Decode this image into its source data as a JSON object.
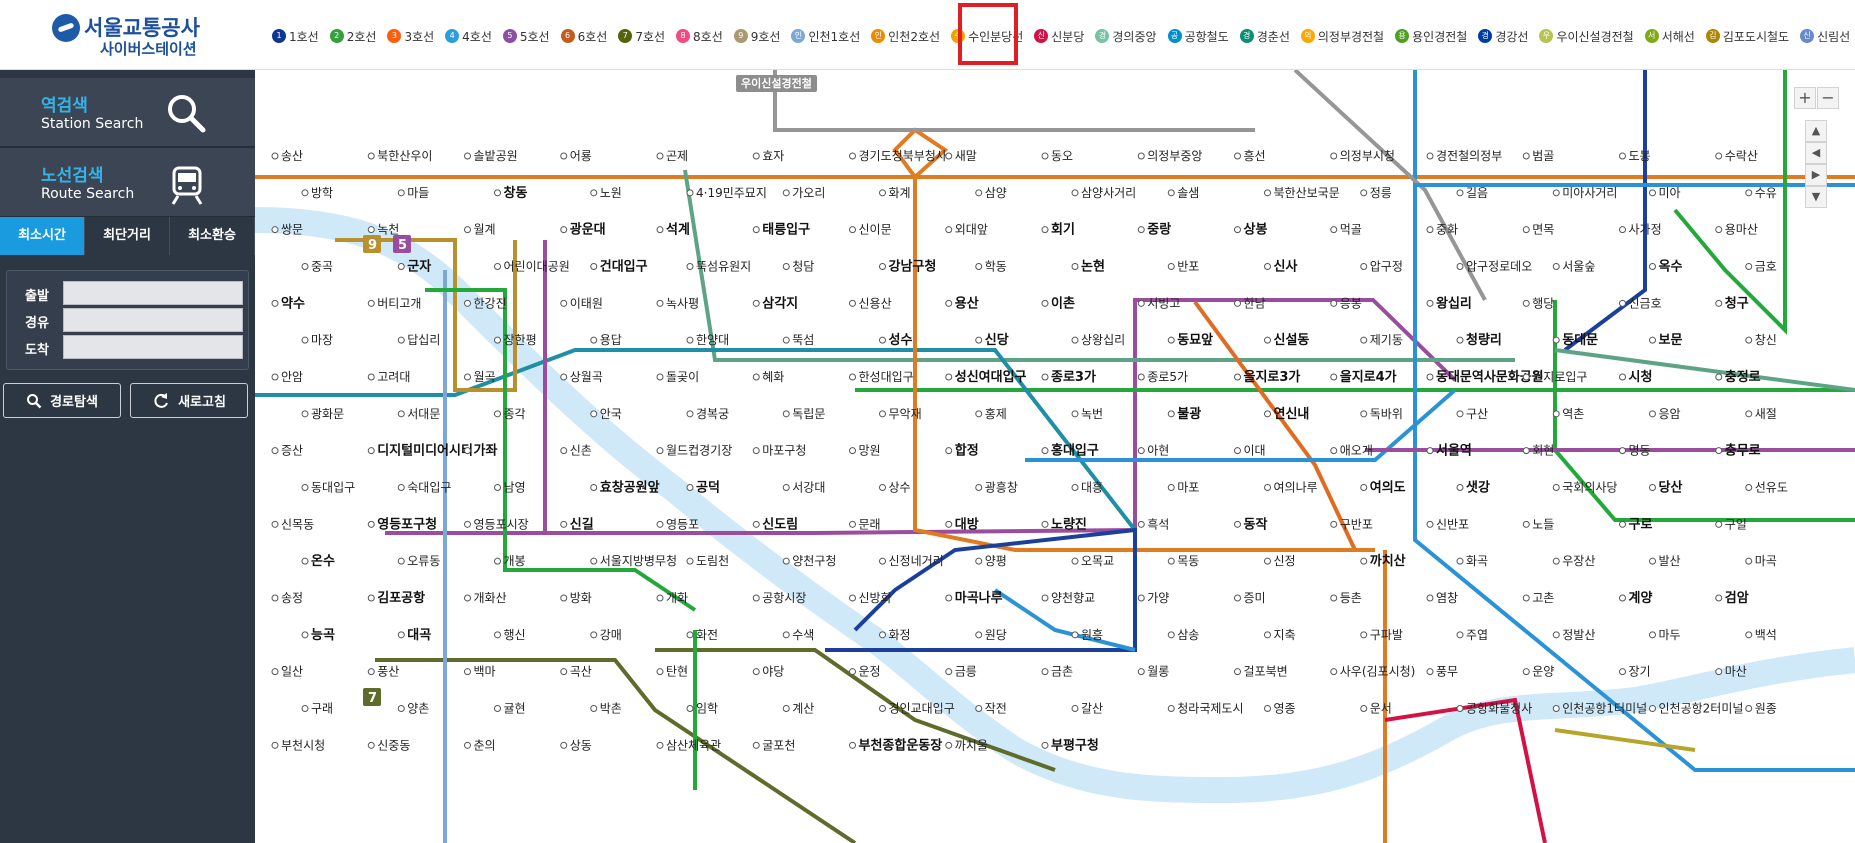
{
  "header": {
    "logo_name": "서울교통공사",
    "logo_sub": "사이버스테이션",
    "highlight_color": "#e01e26",
    "line_tabs": [
      {
        "badge": "1",
        "label": "1호선",
        "color": "#0d3692"
      },
      {
        "badge": "2",
        "label": "2호선",
        "color": "#33a23d"
      },
      {
        "badge": "3",
        "label": "3호선",
        "color": "#fe5d10"
      },
      {
        "badge": "4",
        "label": "4호선",
        "color": "#2c9ede"
      },
      {
        "badge": "5",
        "label": "5호선",
        "color": "#8b50a4"
      },
      {
        "badge": "6",
        "label": "6호선",
        "color": "#c55c1d"
      },
      {
        "badge": "7",
        "label": "7호선",
        "color": "#54640d"
      },
      {
        "badge": "8",
        "label": "8호선",
        "color": "#f14c82"
      },
      {
        "badge": "9",
        "label": "9호선",
        "color": "#aa9872"
      },
      {
        "badge": "인",
        "label": "인천1호선",
        "color": "#7ca8d5"
      },
      {
        "badge": "인",
        "label": "인천2호선",
        "color": "#ed8b00"
      },
      {
        "badge": "수",
        "label": "수인분당선",
        "color": "#f5a200"
      },
      {
        "badge": "신",
        "label": "신분당",
        "color": "#d31145"
      },
      {
        "badge": "경",
        "label": "경의중앙",
        "color": "#77c4a3"
      },
      {
        "badge": "공",
        "label": "공항철도",
        "color": "#0090d2"
      },
      {
        "badge": "경",
        "label": "경춘선",
        "color": "#0c8e72"
      },
      {
        "badge": "의",
        "label": "의정부경전철",
        "color": "#fda600"
      },
      {
        "badge": "용",
        "label": "용인경전철",
        "color": "#509f22"
      },
      {
        "badge": "경",
        "label": "경강선",
        "color": "#003da5"
      },
      {
        "badge": "우",
        "label": "우이신설경전철",
        "color": "#b7c452"
      },
      {
        "badge": "서",
        "label": "서해선",
        "color": "#81a914"
      },
      {
        "badge": "김",
        "label": "김포도시철도",
        "color": "#ad8605"
      },
      {
        "badge": "신",
        "label": "신림선",
        "color": "#6789ca"
      }
    ]
  },
  "sidebar": {
    "station_search_ko": "역검색",
    "station_search_en": "Station Search",
    "route_search_ko": "노선검색",
    "route_search_en": "Route Search",
    "sort_tabs": [
      "최소시간",
      "최단거리",
      "최소환승"
    ],
    "form": {
      "depart": "출발",
      "via": "경유",
      "arrive": "도착"
    },
    "find_route": "경로탐색",
    "refresh": "새로고침",
    "accent": "#1a9be0"
  },
  "map": {
    "tag": "우이신설경전철",
    "zoom_in": "+",
    "zoom_out": "−",
    "stations": [
      {
        "name": "송산",
        "bold": false
      },
      {
        "name": "북한산우이",
        "bold": false
      },
      {
        "name": "솔밭공원",
        "bold": false
      },
      {
        "name": "어룡",
        "bold": false
      },
      {
        "name": "곤제",
        "bold": false
      },
      {
        "name": "효자",
        "bold": false
      },
      {
        "name": "경기도청북부청사",
        "bold": false
      },
      {
        "name": "새말",
        "bold": false
      },
      {
        "name": "동오",
        "bold": false
      },
      {
        "name": "의정부중앙",
        "bold": false
      },
      {
        "name": "흥선",
        "bold": false
      },
      {
        "name": "의정부시청",
        "bold": false
      },
      {
        "name": "경전철의정부",
        "bold": false
      },
      {
        "name": "범골",
        "bold": false
      },
      {
        "name": "도봉",
        "bold": false
      },
      {
        "name": "수락산",
        "bold": false
      },
      {
        "name": "방학",
        "bold": false
      },
      {
        "name": "마들",
        "bold": false
      },
      {
        "name": "창동",
        "bold": true
      },
      {
        "name": "노원",
        "bold": false
      },
      {
        "name": "4·19민주묘지",
        "bold": false
      },
      {
        "name": "가오리",
        "bold": false
      },
      {
        "name": "화계",
        "bold": false
      },
      {
        "name": "삼양",
        "bold": false
      },
      {
        "name": "삼양사거리",
        "bold": false
      },
      {
        "name": "솔샘",
        "bold": false
      },
      {
        "name": "북한산보국문",
        "bold": false
      },
      {
        "name": "정릉",
        "bold": false
      },
      {
        "name": "길음",
        "bold": false
      },
      {
        "name": "미아사거리",
        "bold": false
      },
      {
        "name": "미아",
        "bold": false
      },
      {
        "name": "수유",
        "bold": false
      },
      {
        "name": "쌍문",
        "bold": false
      },
      {
        "name": "녹천",
        "bold": false
      },
      {
        "name": "월계",
        "bold": false
      },
      {
        "name": "광운대",
        "bold": true
      },
      {
        "name": "석계",
        "bold": true
      },
      {
        "name": "태릉입구",
        "bold": true
      },
      {
        "name": "신이문",
        "bold": false
      },
      {
        "name": "외대앞",
        "bold": false
      },
      {
        "name": "회기",
        "bold": true
      },
      {
        "name": "중랑",
        "bold": true
      },
      {
        "name": "상봉",
        "bold": true
      },
      {
        "name": "먹골",
        "bold": false
      },
      {
        "name": "중화",
        "bold": false
      },
      {
        "name": "면목",
        "bold": false
      },
      {
        "name": "사가정",
        "bold": false
      },
      {
        "name": "용마산",
        "bold": false
      },
      {
        "name": "중곡",
        "bold": false
      },
      {
        "name": "군자",
        "bold": true
      },
      {
        "name": "어린이대공원",
        "bold": false
      },
      {
        "name": "건대입구",
        "bold": true
      },
      {
        "name": "뚝섬유원지",
        "bold": false
      },
      {
        "name": "청담",
        "bold": false
      },
      {
        "name": "강남구청",
        "bold": true
      },
      {
        "name": "학동",
        "bold": false
      },
      {
        "name": "논현",
        "bold": true
      },
      {
        "name": "반포",
        "bold": false
      },
      {
        "name": "신사",
        "bold": true
      },
      {
        "name": "압구정",
        "bold": false
      },
      {
        "name": "압구정로데오",
        "bold": false
      },
      {
        "name": "서울숲",
        "bold": false
      },
      {
        "name": "옥수",
        "bold": true
      },
      {
        "name": "금호",
        "bold": false
      },
      {
        "name": "약수",
        "bold": true
      },
      {
        "name": "버티고개",
        "bold": false
      },
      {
        "name": "한강진",
        "bold": false
      },
      {
        "name": "이태원",
        "bold": false
      },
      {
        "name": "녹사평",
        "bold": false
      },
      {
        "name": "삼각지",
        "bold": true
      },
      {
        "name": "신용산",
        "bold": false
      },
      {
        "name": "용산",
        "bold": true
      },
      {
        "name": "이촌",
        "bold": true
      },
      {
        "name": "서빙고",
        "bold": false
      },
      {
        "name": "한남",
        "bold": false
      },
      {
        "name": "응봉",
        "bold": false
      },
      {
        "name": "왕십리",
        "bold": true
      },
      {
        "name": "행당",
        "bold": false
      },
      {
        "name": "신금호",
        "bold": false
      },
      {
        "name": "청구",
        "bold": true
      },
      {
        "name": "마장",
        "bold": false
      },
      {
        "name": "답십리",
        "bold": false
      },
      {
        "name": "장한평",
        "bold": false
      },
      {
        "name": "용답",
        "bold": false
      },
      {
        "name": "한양대",
        "bold": false
      },
      {
        "name": "뚝섬",
        "bold": false
      },
      {
        "name": "성수",
        "bold": true
      },
      {
        "name": "신당",
        "bold": true
      },
      {
        "name": "상왕십리",
        "bold": false
      },
      {
        "name": "동묘앞",
        "bold": true
      },
      {
        "name": "신설동",
        "bold": true
      },
      {
        "name": "제기동",
        "bold": false
      },
      {
        "name": "청량리",
        "bold": true
      },
      {
        "name": "동대문",
        "bold": true
      },
      {
        "name": "보문",
        "bold": true
      },
      {
        "name": "창신",
        "bold": false
      },
      {
        "name": "안암",
        "bold": false
      },
      {
        "name": "고려대",
        "bold": false
      },
      {
        "name": "월곡",
        "bold": false
      },
      {
        "name": "상월곡",
        "bold": false
      },
      {
        "name": "돌곶이",
        "bold": false
      },
      {
        "name": "혜화",
        "bold": false
      },
      {
        "name": "한성대입구",
        "bold": false
      },
      {
        "name": "성신여대입구",
        "bold": true
      },
      {
        "name": "종로3가",
        "bold": true
      },
      {
        "name": "종로5가",
        "bold": false
      },
      {
        "name": "을지로3가",
        "bold": true
      },
      {
        "name": "을지로4가",
        "bold": true
      },
      {
        "name": "동대문역사문화공원",
        "bold": true
      },
      {
        "name": "을지로입구",
        "bold": false
      },
      {
        "name": "시청",
        "bold": true
      },
      {
        "name": "충정로",
        "bold": true
      },
      {
        "name": "광화문",
        "bold": false
      },
      {
        "name": "서대문",
        "bold": false
      },
      {
        "name": "종각",
        "bold": false
      },
      {
        "name": "안국",
        "bold": false
      },
      {
        "name": "경복궁",
        "bold": false
      },
      {
        "name": "독립문",
        "bold": false
      },
      {
        "name": "무악재",
        "bold": false
      },
      {
        "name": "홍제",
        "bold": false
      },
      {
        "name": "녹번",
        "bold": false
      },
      {
        "name": "불광",
        "bold": true
      },
      {
        "name": "연신내",
        "bold": true
      },
      {
        "name": "독바위",
        "bold": false
      },
      {
        "name": "구산",
        "bold": false
      },
      {
        "name": "역촌",
        "bold": false
      },
      {
        "name": "응암",
        "bold": false
      },
      {
        "name": "새절",
        "bold": false
      },
      {
        "name": "증산",
        "bold": false
      },
      {
        "name": "디지털미디어시티",
        "bold": true
      },
      {
        "name": "가좌",
        "bold": true
      },
      {
        "name": "신촌",
        "bold": false
      },
      {
        "name": "월드컵경기장",
        "bold": false
      },
      {
        "name": "마포구청",
        "bold": false
      },
      {
        "name": "망원",
        "bold": false
      },
      {
        "name": "합정",
        "bold": true
      },
      {
        "name": "홍대입구",
        "bold": true
      },
      {
        "name": "아현",
        "bold": false
      },
      {
        "name": "이대",
        "bold": false
      },
      {
        "name": "애오개",
        "bold": false
      },
      {
        "name": "서울역",
        "bold": true
      },
      {
        "name": "회현",
        "bold": false
      },
      {
        "name": "명동",
        "bold": false
      },
      {
        "name": "충무로",
        "bold": true
      },
      {
        "name": "동대입구",
        "bold": false
      },
      {
        "name": "숙대입구",
        "bold": false
      },
      {
        "name": "남영",
        "bold": false
      },
      {
        "name": "효창공원앞",
        "bold": true
      },
      {
        "name": "공덕",
        "bold": true
      },
      {
        "name": "서강대",
        "bold": false
      },
      {
        "name": "상수",
        "bold": false
      },
      {
        "name": "광흥창",
        "bold": false
      },
      {
        "name": "대흥",
        "bold": false
      },
      {
        "name": "마포",
        "bold": false
      },
      {
        "name": "여의나루",
        "bold": false
      },
      {
        "name": "여의도",
        "bold": true
      },
      {
        "name": "샛강",
        "bold": true
      },
      {
        "name": "국회의사당",
        "bold": false
      },
      {
        "name": "당산",
        "bold": true
      },
      {
        "name": "선유도",
        "bold": false
      },
      {
        "name": "신목동",
        "bold": false
      },
      {
        "name": "영등포구청",
        "bold": true
      },
      {
        "name": "영등포시장",
        "bold": false
      },
      {
        "name": "신길",
        "bold": true
      },
      {
        "name": "영등포",
        "bold": false
      },
      {
        "name": "신도림",
        "bold": true
      },
      {
        "name": "문래",
        "bold": false
      },
      {
        "name": "대방",
        "bold": true
      },
      {
        "name": "노량진",
        "bold": true
      },
      {
        "name": "흑석",
        "bold": false
      },
      {
        "name": "동작",
        "bold": true
      },
      {
        "name": "구반포",
        "bold": false
      },
      {
        "name": "신반포",
        "bold": false
      },
      {
        "name": "노들",
        "bold": false
      },
      {
        "name": "구로",
        "bold": true
      },
      {
        "name": "구일",
        "bold": false
      },
      {
        "name": "온수",
        "bold": true
      },
      {
        "name": "오류동",
        "bold": false
      },
      {
        "name": "개봉",
        "bold": false
      },
      {
        "name": "서울지방병무청",
        "bold": false
      },
      {
        "name": "도림천",
        "bold": false
      },
      {
        "name": "양천구청",
        "bold": false
      },
      {
        "name": "신정네거리",
        "bold": false
      },
      {
        "name": "양평",
        "bold": false
      },
      {
        "name": "오목교",
        "bold": false
      },
      {
        "name": "목동",
        "bold": false
      },
      {
        "name": "신정",
        "bold": false
      },
      {
        "name": "까치산",
        "bold": true
      },
      {
        "name": "화곡",
        "bold": false
      },
      {
        "name": "우장산",
        "bold": false
      },
      {
        "name": "발산",
        "bold": false
      },
      {
        "name": "마곡",
        "bold": false
      },
      {
        "name": "송정",
        "bold": false
      },
      {
        "name": "김포공항",
        "bold": true
      },
      {
        "name": "개화산",
        "bold": false
      },
      {
        "name": "방화",
        "bold": false
      },
      {
        "name": "개화",
        "bold": false
      },
      {
        "name": "공항시장",
        "bold": false
      },
      {
        "name": "신방화",
        "bold": false
      },
      {
        "name": "마곡나루",
        "bold": true
      },
      {
        "name": "양천향교",
        "bold": false
      },
      {
        "name": "가양",
        "bold": false
      },
      {
        "name": "증미",
        "bold": false
      },
      {
        "name": "등촌",
        "bold": false
      },
      {
        "name": "염창",
        "bold": false
      },
      {
        "name": "고촌",
        "bold": false
      },
      {
        "name": "계양",
        "bold": true
      },
      {
        "name": "검암",
        "bold": true
      },
      {
        "name": "능곡",
        "bold": true
      },
      {
        "name": "대곡",
        "bold": true
      },
      {
        "name": "행신",
        "bold": false
      },
      {
        "name": "강매",
        "bold": false
      },
      {
        "name": "화전",
        "bold": false
      },
      {
        "name": "수색",
        "bold": false
      },
      {
        "name": "화정",
        "bold": false
      },
      {
        "name": "원당",
        "bold": false
      },
      {
        "name": "원흥",
        "bold": false
      },
      {
        "name": "삼송",
        "bold": false
      },
      {
        "name": "지축",
        "bold": false
      },
      {
        "name": "구파발",
        "bold": false
      },
      {
        "name": "주엽",
        "bold": false
      },
      {
        "name": "정발산",
        "bold": false
      },
      {
        "name": "마두",
        "bold": false
      },
      {
        "name": "백석",
        "bold": false
      },
      {
        "name": "일산",
        "bold": false
      },
      {
        "name": "풍산",
        "bold": false
      },
      {
        "name": "백마",
        "bold": false
      },
      {
        "name": "곡산",
        "bold": false
      },
      {
        "name": "탄현",
        "bold": false
      },
      {
        "name": "야당",
        "bold": false
      },
      {
        "name": "운정",
        "bold": false
      },
      {
        "name": "금릉",
        "bold": false
      },
      {
        "name": "금촌",
        "bold": false
      },
      {
        "name": "월롱",
        "bold": false
      },
      {
        "name": "걸포북변",
        "bold": false
      },
      {
        "name": "사우(김포시청)",
        "bold": false
      },
      {
        "name": "풍무",
        "bold": false
      },
      {
        "name": "운양",
        "bold": false
      },
      {
        "name": "장기",
        "bold": false
      },
      {
        "name": "마산",
        "bold": false
      },
      {
        "name": "구래",
        "bold": false
      },
      {
        "name": "양촌",
        "bold": false
      },
      {
        "name": "귤현",
        "bold": false
      },
      {
        "name": "박촌",
        "bold": false
      },
      {
        "name": "임학",
        "bold": false
      },
      {
        "name": "계산",
        "bold": false
      },
      {
        "name": "경인교대입구",
        "bold": false
      },
      {
        "name": "작전",
        "bold": false
      },
      {
        "name": "갈산",
        "bold": false
      },
      {
        "name": "청라국제도시",
        "bold": false
      },
      {
        "name": "영종",
        "bold": false
      },
      {
        "name": "운서",
        "bold": false
      },
      {
        "name": "공항화물청사",
        "bold": false
      },
      {
        "name": "인천공항1터미널",
        "bold": false
      },
      {
        "name": "인천공항2터미널",
        "bold": false
      },
      {
        "name": "원종",
        "bold": false
      },
      {
        "name": "부천시청",
        "bold": false
      },
      {
        "name": "신중동",
        "bold": false
      },
      {
        "name": "춘의",
        "bold": false
      },
      {
        "name": "상동",
        "bold": false
      },
      {
        "name": "삼산체육관",
        "bold": false
      },
      {
        "name": "굴포천",
        "bold": false
      },
      {
        "name": "부천종합운동장",
        "bold": true
      },
      {
        "name": "까치울",
        "bold": false
      },
      {
        "name": "부평구청",
        "bold": true
      }
    ],
    "badges": [
      {
        "text": "9",
        "color": "#b8902d"
      },
      {
        "text": "5",
        "color": "#9a4c9e"
      },
      {
        "text": "7",
        "color": "#5e6b2a"
      }
    ]
  }
}
